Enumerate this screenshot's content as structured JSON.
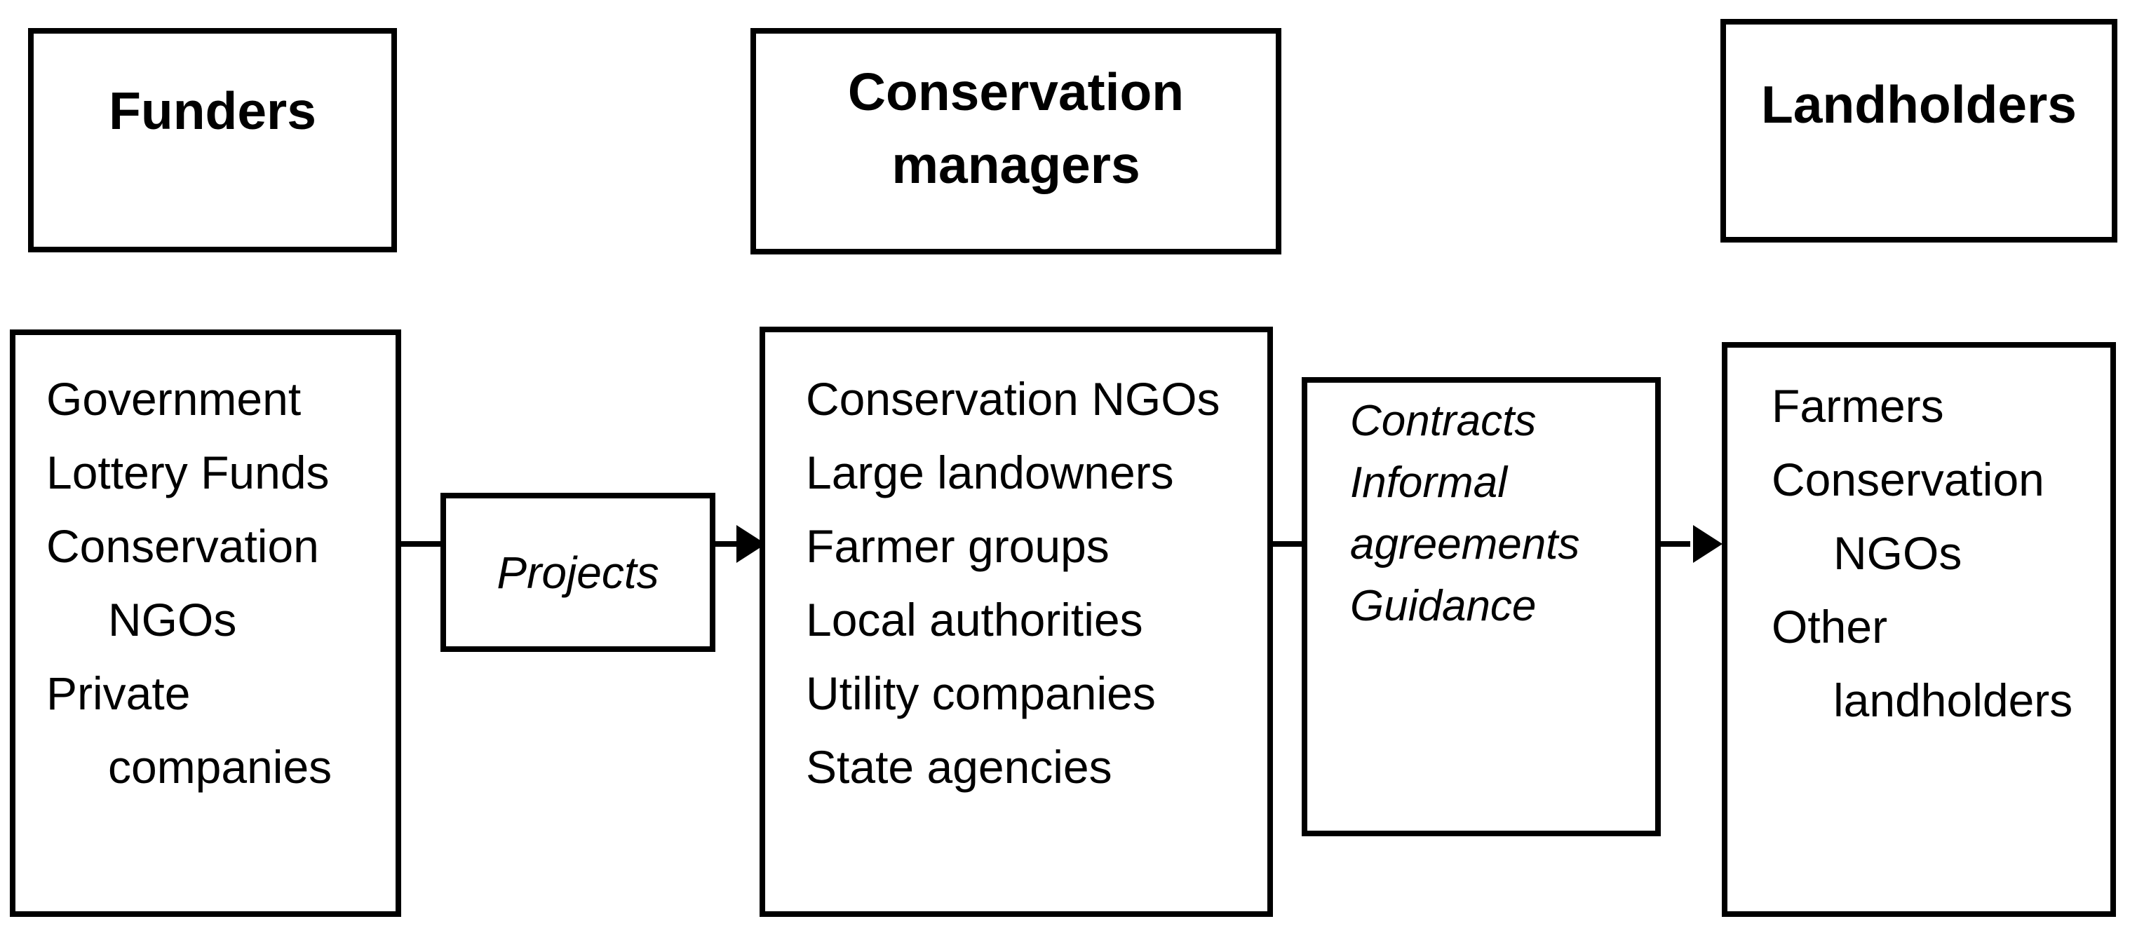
{
  "diagram": {
    "headers": {
      "funders": {
        "label": "Funders"
      },
      "conservation_managers": {
        "label": "Conservation managers"
      },
      "landholders": {
        "label": "Landholders"
      }
    },
    "funders_members": {
      "lines": [
        {
          "text": "Government",
          "indent": false
        },
        {
          "text": "Lottery Funds",
          "indent": false
        },
        {
          "text": "Conservation",
          "indent": false
        },
        {
          "text": "NGOs",
          "indent": true
        },
        {
          "text": "Private",
          "indent": false
        },
        {
          "text": "companies",
          "indent": true
        }
      ]
    },
    "projects_flow": {
      "label": "Projects"
    },
    "managers_members": {
      "lines": [
        {
          "text": "Conservation NGOs",
          "indent": false
        },
        {
          "text": "Large landowners",
          "indent": false
        },
        {
          "text": "Farmer groups",
          "indent": false
        },
        {
          "text": "Local authorities",
          "indent": false
        },
        {
          "text": "Utility companies",
          "indent": false
        },
        {
          "text": "State agencies",
          "indent": false
        }
      ]
    },
    "agreements_flow": {
      "lines": [
        {
          "text": "Contracts",
          "indent": false
        },
        {
          "text": "Informal",
          "indent": false
        },
        {
          "text": "agreements",
          "indent": false
        },
        {
          "text": "Guidance",
          "indent": false
        }
      ]
    },
    "landholders_members": {
      "lines": [
        {
          "text": "Farmers",
          "indent": false
        },
        {
          "text": "Conservation",
          "indent": false
        },
        {
          "text": "NGOs",
          "indent": true
        },
        {
          "text": "Other",
          "indent": false
        },
        {
          "text": "landholders",
          "indent": true
        }
      ]
    },
    "colors": {
      "ink": "#000000",
      "background": "#ffffff"
    }
  }
}
